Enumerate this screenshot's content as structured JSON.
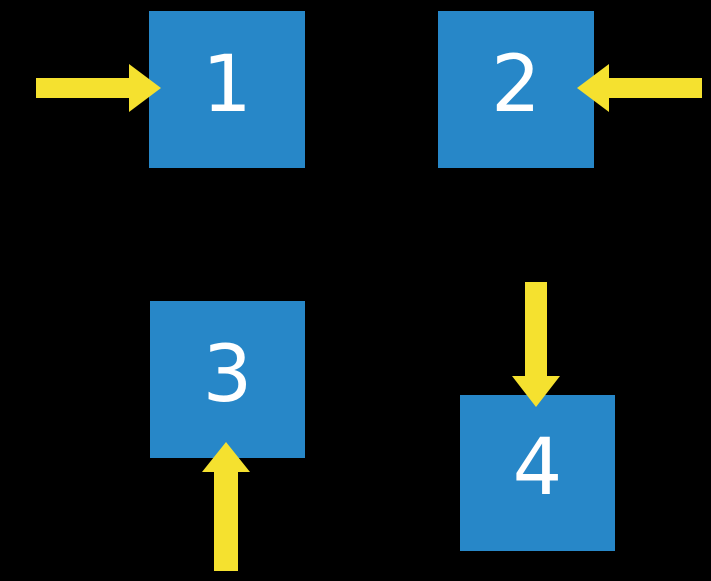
{
  "colors": {
    "background": "#000000",
    "box-fill": "#2787C8",
    "arrow-fill": "#F5E12F",
    "number-text": "#FFFFFF"
  },
  "boxes": [
    {
      "label": "1",
      "arrow_from": "left"
    },
    {
      "label": "2",
      "arrow_from": "right"
    },
    {
      "label": "3",
      "arrow_from": "bottom"
    },
    {
      "label": "4",
      "arrow_from": "top"
    }
  ]
}
